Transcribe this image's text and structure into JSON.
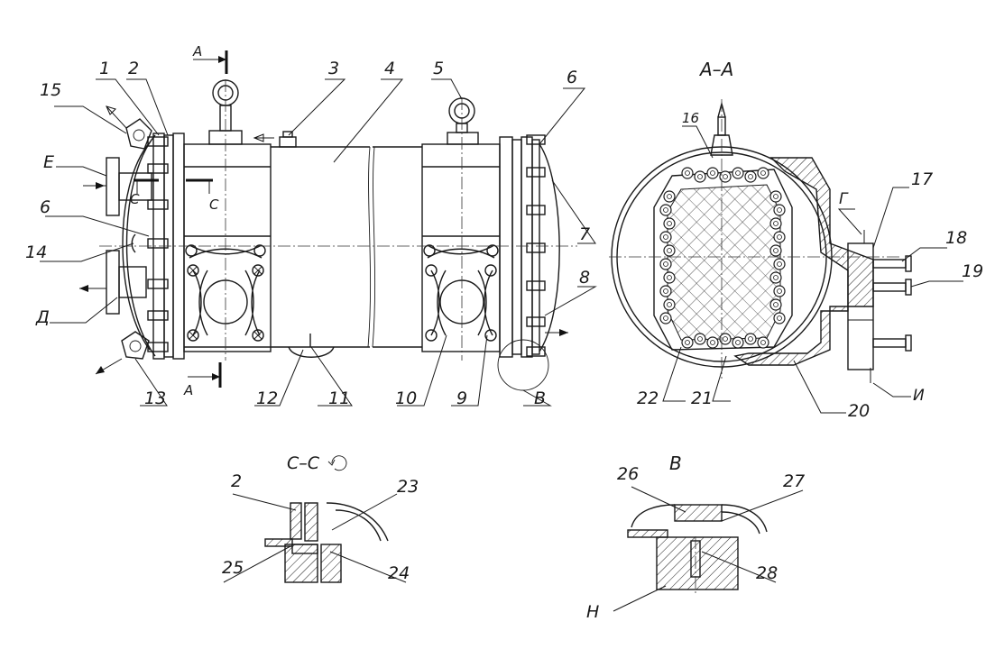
{
  "callouts": {
    "c1": "1",
    "c2": "2",
    "c3": "3",
    "c4": "4",
    "c5": "5",
    "c6a": "6",
    "c6b": "6",
    "c7": "7",
    "c8": "8",
    "c9": "9",
    "c10": "10",
    "c11": "11",
    "c12": "12",
    "c13": "13",
    "c14": "14",
    "c15": "15",
    "c16": "16",
    "c17": "17",
    "c18": "18",
    "c19": "19",
    "c20": "20",
    "c21": "21",
    "c22": "22",
    "c23": "23",
    "c24": "24",
    "c25": "25",
    "c26": "26",
    "c27": "27",
    "c28": "28"
  },
  "letters": {
    "E": "Е",
    "D": "Д",
    "B": "В",
    "G": "Г",
    "I": "И",
    "N": "Н",
    "A_top": "А",
    "A_bottom": "А",
    "C_left": "С",
    "C_right": "С"
  },
  "section_titles": {
    "aa": "А–А",
    "cc": "С–С",
    "b_detail": "В"
  }
}
